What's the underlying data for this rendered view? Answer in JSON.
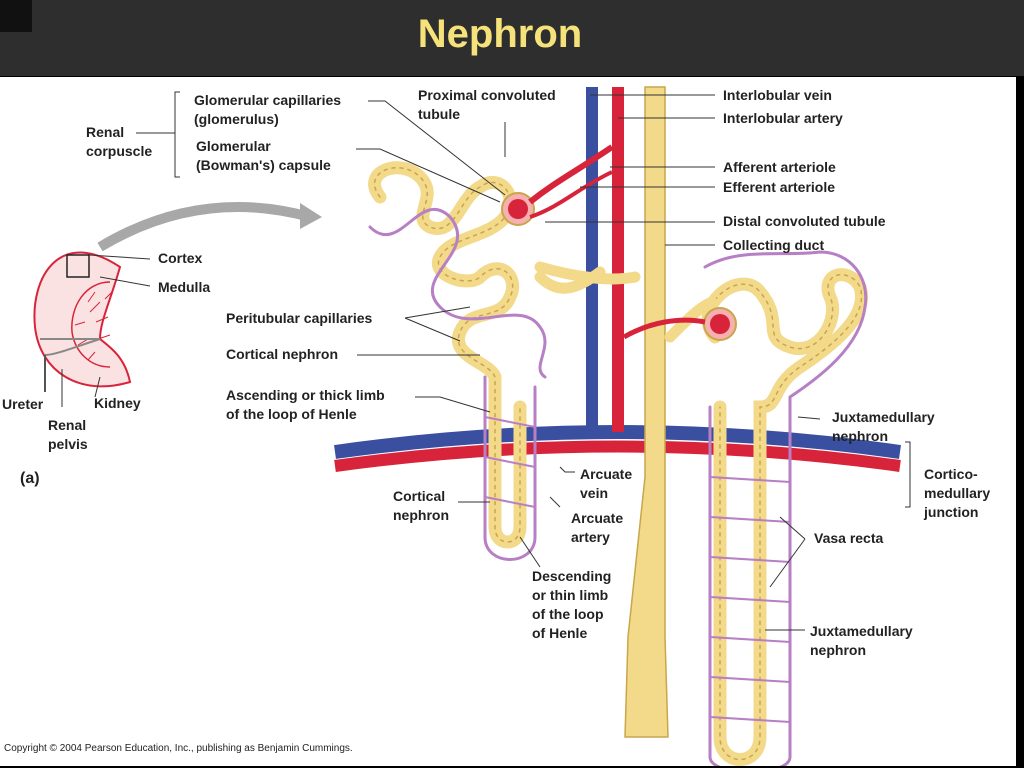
{
  "title": "Nephron",
  "labels": {
    "renal_corpuscle": [
      "Renal",
      "corpuscle"
    ],
    "glomerular_capillaries": [
      "Glomerular capillaries",
      "(glomerulus)"
    ],
    "glomerular_capsule": [
      "Glomerular",
      "(Bowman's) capsule"
    ],
    "proximal_convoluted_tubule": [
      "Proximal convoluted",
      "tubule"
    ],
    "interlobular_vein": "Interlobular vein",
    "interlobular_artery": "Interlobular artery",
    "afferent_arteriole": "Afferent arteriole",
    "efferent_arteriole": "Efferent arteriole",
    "distal_convoluted_tubule": "Distal convoluted tubule",
    "collecting_duct": "Collecting duct",
    "cortex": "Cortex",
    "medulla": "Medulla",
    "peritubular_capillaries": "Peritubular capillaries",
    "cortical_nephron_top": "Cortical nephron",
    "ascending_limb": [
      "Ascending or thick limb",
      "of the loop of Henle"
    ],
    "ureter": "Ureter",
    "kidney": "Kidney",
    "renal_pelvis": [
      "Renal",
      "pelvis"
    ],
    "panel_letter": "(a)",
    "juxtamedullary_nephron_top": [
      "Juxtamedullary",
      "nephron"
    ],
    "arcuate_vein": [
      "Arcuate",
      "vein"
    ],
    "cortico_medullary_junction": [
      "Cortico-",
      "medullary",
      "junction"
    ],
    "cortical_nephron_bottom": [
      "Cortical",
      "nephron"
    ],
    "arcuate_artery": [
      "Arcuate",
      "artery"
    ],
    "vasa_recta": "Vasa recta",
    "descending_limb": [
      "Descending",
      "or thin limb",
      "of the loop",
      "of Henle"
    ],
    "juxtamedullary_nephron_bottom": [
      "Juxtamedullary",
      "nephron"
    ]
  },
  "copyright": "Copyright © 2004 Pearson Education, Inc., publishing as Benjamin Cummings.",
  "colors": {
    "vein": "#3b4fa0",
    "artery": "#d8243a",
    "tubule": "#f3d98a",
    "tubule_outline": "#c9a64a",
    "capillary": "#b77fc4",
    "title": "#f6e27a",
    "header": "#2e2e2e"
  }
}
